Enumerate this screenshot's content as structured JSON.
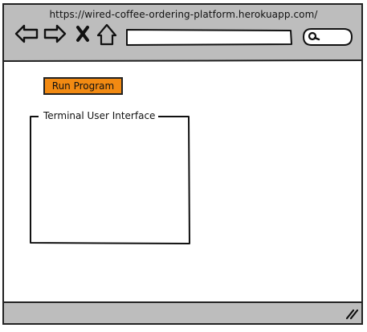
{
  "browser": {
    "url": "https://wired-coffee-ordering-platform.herokuapp.com/",
    "search_placeholder": "",
    "icons": {
      "back": "arrow-left-icon",
      "forward": "arrow-right-icon",
      "close": "x-icon",
      "home": "home-icon",
      "search": "search-icon",
      "resize": "resize-grip-icon"
    }
  },
  "main": {
    "run_button_label": "Run Program",
    "terminal_title": "Terminal User Interface"
  },
  "colors": {
    "chrome": "#bdbdbd",
    "accent": "#f28a12",
    "stroke": "#222222",
    "background": "#ffffff"
  }
}
